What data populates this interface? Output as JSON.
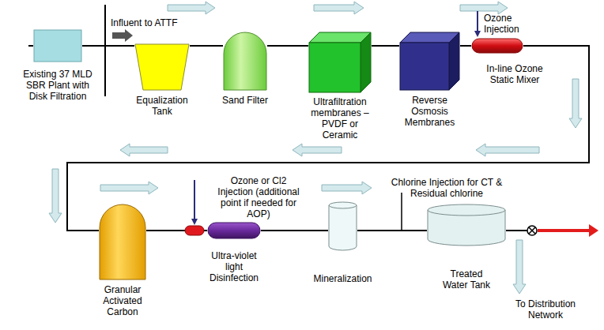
{
  "diagram": {
    "nodes": [
      {
        "text": [
          "Existing 37 MLD SBR Plant with Disk Filtration"
        ]
      },
      {
        "text": [
          "Equalization Tank"
        ]
      },
      {
        "text": [
          "Sand Filter"
        ]
      },
      {
        "text": [
          "Ultrafiltration membranes – PVDF or Ceramic"
        ]
      },
      {
        "text": [
          "Reverse Osmosis Membranes"
        ]
      },
      {
        "text": [
          "In-line Ozone Static Mixer"
        ]
      },
      {
        "text": [
          "Granular Activated Carbon"
        ]
      },
      {
        "text": [
          "Ultra-violet light Disinfection"
        ]
      },
      {
        "text": [
          "Mineralization"
        ]
      },
      {
        "text": [
          "Treated Water Tank"
        ]
      }
    ],
    "edges": [
      {
        "from": 0,
        "to": 1,
        "arrow": "none"
      },
      {
        "from": 1,
        "to": 2,
        "arrow": "none"
      },
      {
        "from": 2,
        "to": 3,
        "arrow": "none"
      },
      {
        "from": 3,
        "to": 4,
        "arrow": "none"
      },
      {
        "from": 4,
        "to": 5,
        "arrow": "none"
      },
      {
        "from": 5,
        "to": 6,
        "arrow": "none"
      },
      {
        "from": 6,
        "to": 7,
        "arrow": "none"
      },
      {
        "from": 7,
        "to": 8,
        "arrow": "none"
      },
      {
        "from": 8,
        "to": 9,
        "arrow": "none"
      }
    ],
    "labels": [
      "Influent to ATTF",
      "Ozone Injection",
      "Ozone or Cl2 Injection (additional point if needed for AOP)",
      "Chlorine Injection for CT & Residual chlorine",
      "To Distribution Network"
    ]
  }
}
